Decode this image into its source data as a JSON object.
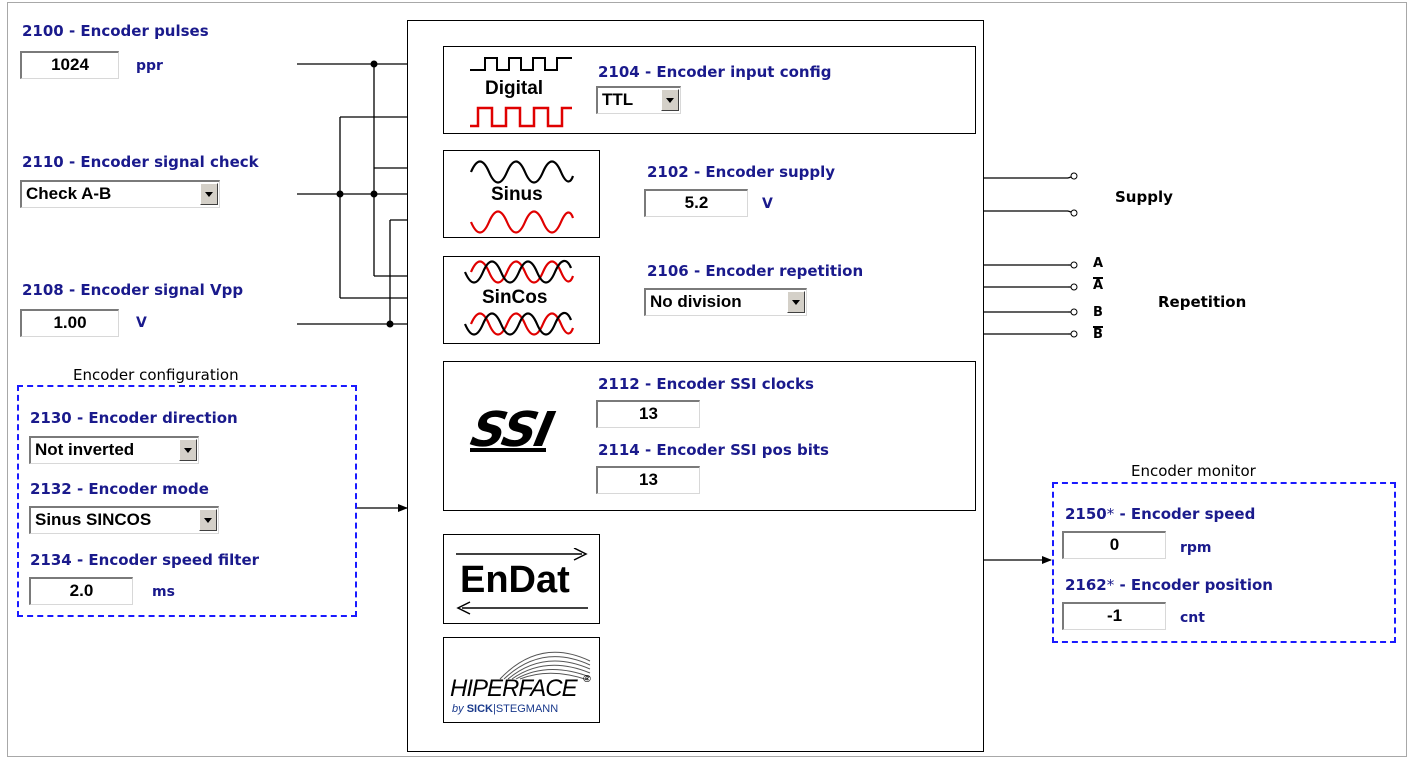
{
  "inputs_left": {
    "pulses": {
      "label": "2100 - Encoder pulses",
      "value": "1024",
      "unit": "ppr"
    },
    "signal_check": {
      "label": "2110 - Encoder signal check",
      "value": "Check A-B"
    },
    "signal_vpp": {
      "label": "2108 - Encoder signal Vpp",
      "value": "1.00",
      "unit": "V"
    }
  },
  "encoder_configuration": {
    "title": "Encoder configuration",
    "direction": {
      "label": "2130 - Encoder direction",
      "value": "Not inverted"
    },
    "mode": {
      "label": "2132 - Encoder mode",
      "value": "Sinus SINCOS"
    },
    "speed_filter": {
      "label": "2134 - Encoder speed filter",
      "value": "2.0",
      "unit": "ms"
    }
  },
  "digital": {
    "icon_text": "Digital",
    "input_config": {
      "label": "2104 - Encoder input config",
      "value": "TTL"
    }
  },
  "sinus": {
    "icon_text": "Sinus",
    "supply": {
      "label": "2102 - Encoder supply",
      "value": "5.2",
      "unit": "V"
    }
  },
  "sincos": {
    "icon_text": "SinCos",
    "repetition": {
      "label": "2106 - Encoder repetition",
      "value": "No division"
    }
  },
  "ssi": {
    "logo_text": "SSI",
    "clocks": {
      "label": "2112 - Encoder SSI clocks",
      "value": "13"
    },
    "pos_bits": {
      "label": "2114 - Encoder SSI pos bits",
      "value": "13"
    }
  },
  "endat": {
    "logo_text": "EnDat"
  },
  "hiperface": {
    "logo_text": "HIPERFACE",
    "by_text": "by",
    "sick": "SICK",
    "stegmann": "STEGMANN"
  },
  "outputs": {
    "supply": "Supply",
    "repetition": "Repetition",
    "ports": [
      "A",
      "A",
      "B",
      "B"
    ]
  },
  "encoder_monitor": {
    "title": "Encoder monitor",
    "speed": {
      "label": "2150",
      "star": "*",
      "label_rest": " - Encoder speed",
      "value": "0",
      "unit": "rpm"
    },
    "position": {
      "label": "2162",
      "star": "*",
      "label_rest": " - Encoder position",
      "value": "-1",
      "unit": "cnt"
    }
  },
  "colors": {
    "label_blue": "#1a1a8c",
    "dash_blue": "#1a1aff",
    "signal_red": "#e00000"
  }
}
